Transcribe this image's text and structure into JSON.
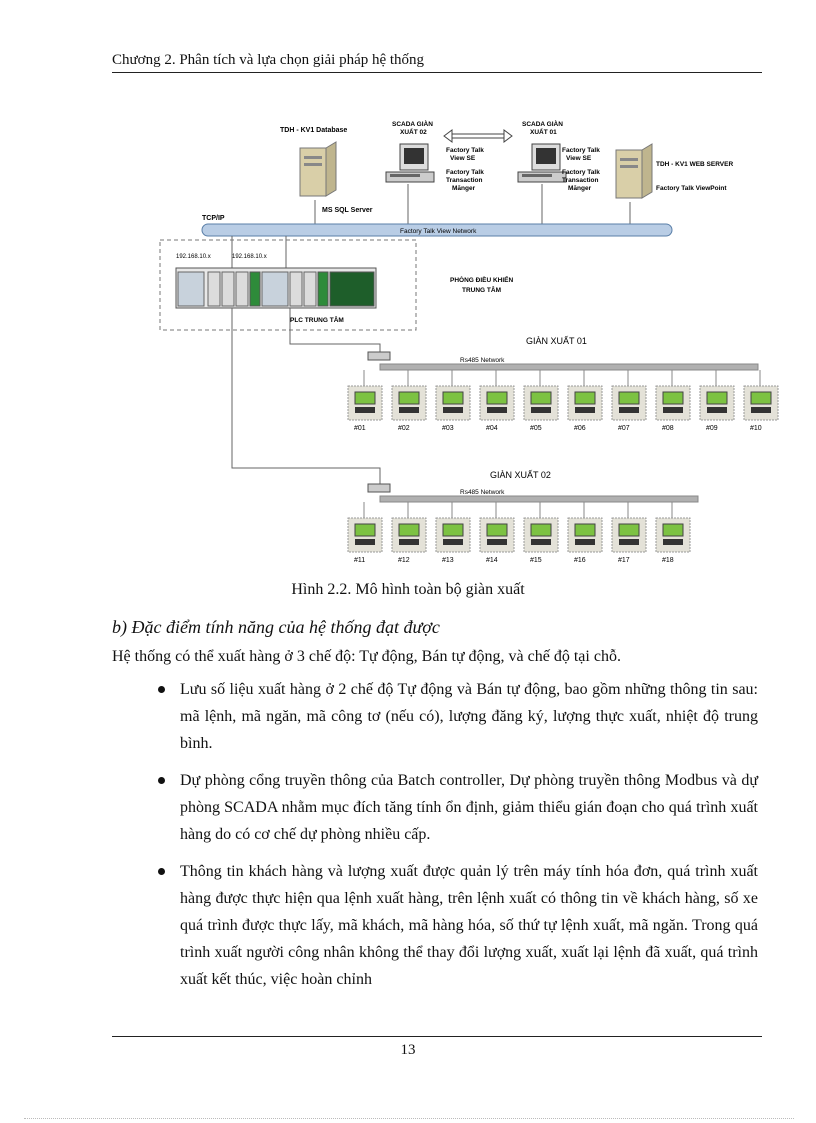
{
  "header": {
    "title": "Chương 2. Phân tích và lựa chọn giải pháp hệ thống"
  },
  "figure": {
    "db_label": "TDH - KV1 Database",
    "sql_label": "MS SQL Server",
    "scada2": {
      "title1": "SCADA GIÀN",
      "title2": "XUẤT 02",
      "sw1": "Factory Talk",
      "sw2": "View SE",
      "sw3": "Factory Talk",
      "sw4": "Transaction",
      "sw5": "Mănger"
    },
    "scada1": {
      "title1": "SCADA GIÀN",
      "title2": "XUẤT 01",
      "sw1": "Factory Talk",
      "sw2": "View SE",
      "sw3": "Factory Talk",
      "sw4": "Transaction",
      "sw5": "Mănger"
    },
    "web_label": "TDH - KV1 WEB SERVER",
    "viewpoint_label": "Factory Talk ViewPoint",
    "tcpip": "TCP/IP",
    "network_label": "Factory Talk View Network",
    "ip1": "192.168.10.x",
    "ip2": "192.168.10.x",
    "control_room1": "PHÒNG ĐIỀU KHIỂN",
    "control_room2": "TRUNG TÂM",
    "plc_label": "PLC TRUNG TÂM",
    "gantry1": {
      "title": "GIÀN XUẤT 01",
      "network": "Rs485 Network",
      "devices": [
        "#01",
        "#02",
        "#03",
        "#04",
        "#05",
        "#06",
        "#07",
        "#08",
        "#09",
        "#10"
      ]
    },
    "gantry2": {
      "title": "GIÀN XUẤT 02",
      "network": "Rs485 Network",
      "devices": [
        "#11",
        "#12",
        "#13",
        "#14",
        "#15",
        "#16",
        "#17",
        "#18"
      ]
    }
  },
  "caption": "Hình 2.2.  Mô hình toàn bộ giàn xuất",
  "section_title": "b)  Đặc điểm tính năng của hệ thống đạt được",
  "intro": "Hệ thống có thể xuất hàng ở 3 chế độ: Tự động, Bán tự động, và chế độ tại chỗ.",
  "bullets": [
    "Lưu số liệu xuất hàng ở 2 chế độ Tự động và Bán tự động, bao gồm những thông tin sau: mã lệnh, mã ngăn, mã công tơ (nếu có), lượng đăng ký, lượng thực xuất, nhiệt độ trung bình.",
    "Dự phòng cổng truyền thông của Batch controller, Dự phòng truyền thông Modbus và dự phòng SCADA nhằm mục đích tăng tính ổn định, giảm thiểu gián đoạn cho quá trình xuất hàng do có cơ chế dự phòng nhiều cấp.",
    "Thông tin khách hàng và lượng xuất được quản lý trên máy tính hóa đơn, quá trình xuất hàng được thực hiện qua lệnh xuất hàng, trên lệnh xuất có thông tin về khách hàng, số xe quá trình được thực lấy, mã khách, mã hàng hóa, số thứ tự lệnh xuất, mã ngăn. Trong quá trình xuất người công nhân không thể thay đổi lượng xuất, xuất lại lệnh đã xuất, quá trình xuất kết thúc, việc hoàn chỉnh"
  ],
  "page_number": "13"
}
